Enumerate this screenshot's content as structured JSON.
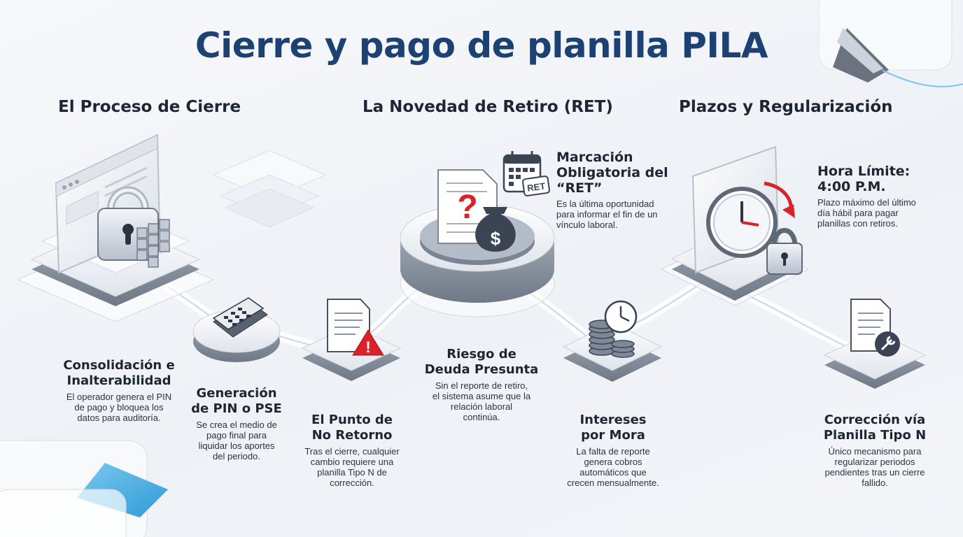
{
  "title": "Cierre y pago de planilla PILA",
  "sections": {
    "cierre": "El Proceso de Cierre",
    "retiro": "La Novedad de Retiro (RET)",
    "plazos": "Plazos y Regularización"
  },
  "steps": {
    "consolidacion": {
      "heading": [
        "Consolidación e",
        "Inalterabilidad"
      ],
      "text": [
        "El operador genera el PIN",
        "de pago y bloquea los",
        "datos para auditoría."
      ]
    },
    "generacion": {
      "heading": [
        "Generación",
        "de PIN o PSE"
      ],
      "text": [
        "Se crea el medio de",
        "pago final para",
        "liquidar los aportes",
        "del periodo."
      ]
    },
    "punto": {
      "heading": [
        "El Punto de",
        "No Retorno"
      ],
      "text": [
        "Tras el cierre, cualquier",
        "cambio requiere una",
        "planilla Tipo N de",
        "corrección."
      ]
    },
    "marcacion": {
      "heading": [
        "Marcación",
        "Obligatoria del",
        "“RET”"
      ],
      "text": [
        "Es la última oportunidad",
        "para informar el fin de un",
        "vínculo laboral."
      ]
    },
    "riesgo": {
      "heading": [
        "Riesgo de",
        "Deuda Presunta"
      ],
      "text": [
        "Sin el reporte de retiro,",
        "el sistema asume que la",
        "relación laboral",
        "continúa."
      ]
    },
    "intereses": {
      "heading": [
        "Intereses",
        "por Mora"
      ],
      "text": [
        "La falta de reporte",
        "genera cobros",
        "automáticos que",
        "crecen mensualmente."
      ]
    },
    "hora": {
      "heading": [
        "Hora Límite:",
        "4:00 P.M."
      ],
      "text": [
        "Plazo máximo del último",
        "día hábil para pagar",
        "planillas con retiros."
      ]
    },
    "correccion": {
      "heading": [
        "Corrección vía",
        "Planilla Tipo N"
      ],
      "text": [
        "Único mecanismo para",
        "regularizar periodos",
        "pendientes tras un cierre",
        "fallido."
      ]
    }
  },
  "icons": {
    "ret_badge": "RET",
    "question_mark": "?",
    "dollar_sign": "$",
    "warning_mark": "!"
  },
  "colors": {
    "title": "#1c4173",
    "alert_red": "#d8232a",
    "dark_icon": "#3b4453",
    "accent_blue": "#3aa6dd"
  }
}
